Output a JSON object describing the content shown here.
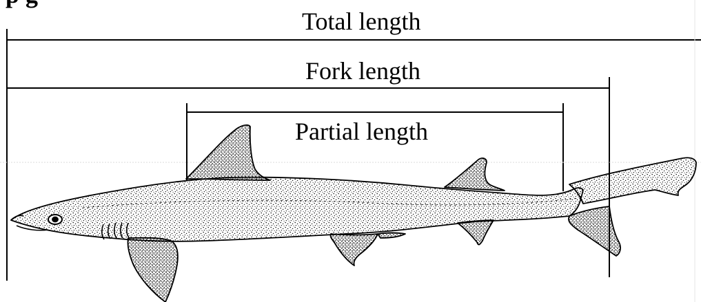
{
  "figure": {
    "top_cut_text": "p g",
    "total_length_label": "Total length",
    "fork_length_label": "Fork length",
    "partial_length_label": "Partial length"
  },
  "icons": {
    "shark": "shark-illustration-icon"
  },
  "colors": {
    "ink": "#000000",
    "background": "#ffffff",
    "stipple": "#000000"
  }
}
